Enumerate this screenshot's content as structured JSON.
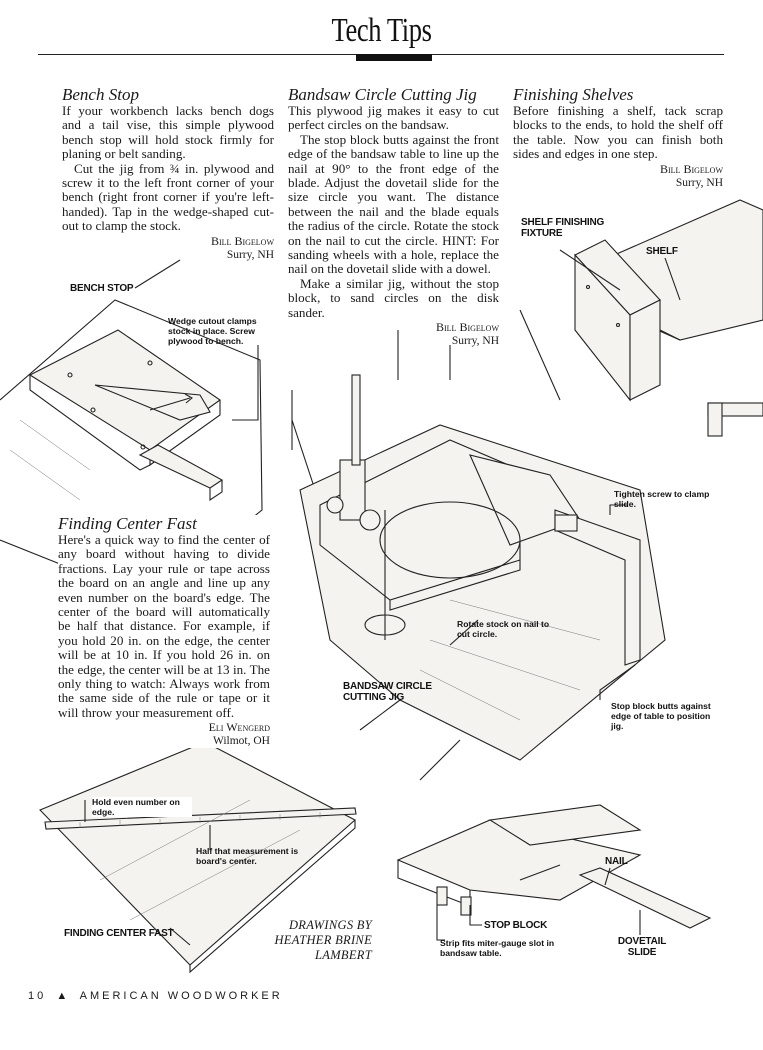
{
  "header": {
    "title": "Tech Tips"
  },
  "bench_stop": {
    "title": "Bench Stop",
    "p1": "If your workbench lacks bench dogs and a tail vise, this simple plywood bench stop will hold stock firmly for planing or belt sanding.",
    "p2": "Cut the jig from ¾ in. plywood and screw it to the left front corner of your bench (right front corner if you're left-handed). Tap in the wedge-shaped cut-out to clamp the stock.",
    "author": "Bill Bigelow",
    "location": "Surry, NH"
  },
  "bandsaw": {
    "title": "Bandsaw Circle Cutting Jig",
    "p1": "This plywood jig makes it easy to cut perfect circles on the bandsaw.",
    "p2": "The stop block butts against the front edge of the bandsaw table to line up the nail at 90° to the front edge of the blade. Adjust the dovetail slide for the size circle you want. The distance between the nail and the blade equals the radius of the circle. Rotate the stock on the nail to cut the circle. HINT: For sanding wheels with a hole, replace the nail on the dovetail slide with a dowel.",
    "p3": "Make a similar jig, without the stop block, to sand circles on the disk sander.",
    "author": "Bill Bigelow",
    "location": "Surry, NH"
  },
  "shelves": {
    "title": "Finishing Shelves",
    "p1": "Before finishing a shelf, tack scrap blocks to the ends, to hold the shelf off the table. Now you can finish both sides and edges in one step.",
    "author": "Bill Bigelow",
    "location": "Surry, NH"
  },
  "center": {
    "title": "Finding Center Fast",
    "p1": "Here's a quick way to find the center of any board without having to divide fractions. Lay your rule or tape across the board on an angle and line up any even number on the board's edge. The center of the board will automatically be half that distance. For example, if you hold 20 in. on the edge, the center will be at 10 in. If you hold 26 in. on the edge, the center will be at 13 in. The only thing to watch: Always work from the same side of the rule or tape or it will throw your measurement off.",
    "author": "Eli Wengerd",
    "location": "Wilmot, OH"
  },
  "labels": {
    "bench_stop": "BENCH STOP",
    "wedge": "Wedge cutout clamps stock in place. Screw plywood to bench.",
    "shelf_fixture": "SHELF FINISHING FIXTURE",
    "shelf": "SHELF",
    "tighten": "Tighten screw to clamp slide.",
    "rotate": "Rotate stock on nail to cut circle.",
    "bandsaw_jig": "BANDSAW CIRCLE CUTTING JIG",
    "stop_butts": "Stop block butts against edge of table to position jig.",
    "hold_even": "Hold even number on edge.",
    "half": "Half that measurement is board's center.",
    "finding_center": "FINDING CENTER FAST",
    "drawings": "DRAWINGS BY HEATHER BRINE LAMBERT",
    "nail": "NAIL",
    "stop_block": "STOP BLOCK",
    "strip": "Strip fits miter-gauge slot in bandsaw table.",
    "dovetail": "DOVETAIL SLIDE"
  },
  "footer": {
    "page": "10",
    "triangle": "▲",
    "magazine": "AMERICAN WOODWORKER"
  }
}
